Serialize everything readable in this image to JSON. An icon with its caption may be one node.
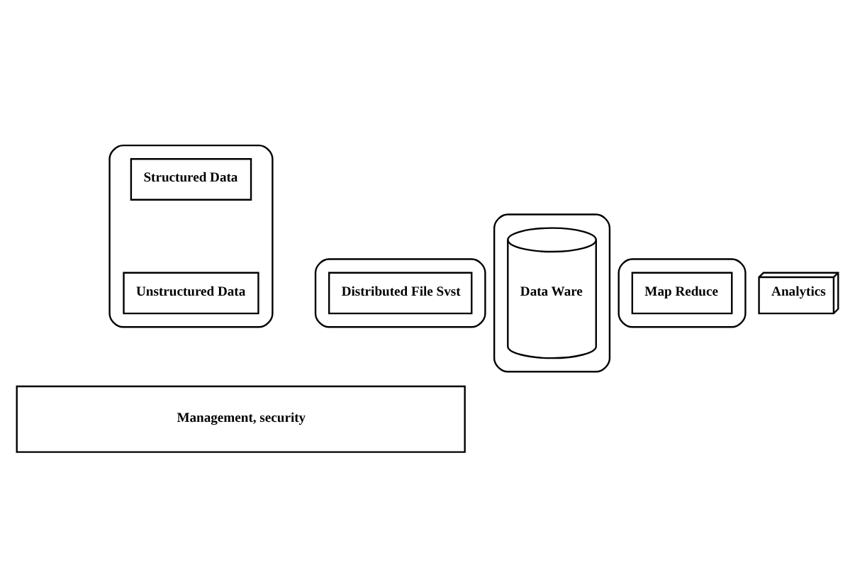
{
  "diagram": {
    "nodes": [
      {
        "text": [],
        "shape": "chevron"
      },
      {
        "text": [
          "Structured Data"
        ],
        "in": 0
      },
      {
        "text": [
          "Unstructured Data"
        ],
        "in": 0
      },
      {
        "text": [],
        "shape": "chevron"
      },
      {
        "text": [
          "Distributed File Svst"
        ],
        "in": 3
      },
      {
        "text": [],
        "shape": "chevron"
      },
      {
        "text": [
          "Data Ware"
        ],
        "in": 5
      },
      {
        "text": [],
        "shape": "chevron"
      },
      {
        "text": [
          "Map Reduce"
        ],
        "in": 7
      },
      {
        "text": [
          "Analytics"
        ]
      },
      {
        "text": [
          "Management, security"
        ]
      }
    ]
  }
}
